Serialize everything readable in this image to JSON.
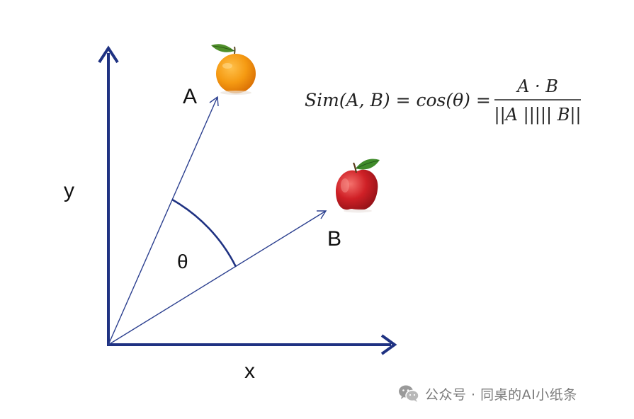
{
  "diagram": {
    "axis_y_label": "y",
    "axis_x_label": "x",
    "vector_a_label": "A",
    "vector_b_label": "B",
    "angle_label": "θ",
    "formula": {
      "lhs": "Sim(A, B) = cos(θ) =",
      "numerator": "A · B",
      "denominator": "||A ||||| B||"
    }
  },
  "icons": {
    "orange": "orange-fruit-icon",
    "apple": "apple-fruit-icon"
  },
  "watermark": {
    "text": "公众号 · 同桌的AI小纸条",
    "icon": "wechat-logo-icon"
  },
  "colors": {
    "axis": "#1f3282",
    "vector": "#2b3f8f",
    "text": "#111111",
    "watermark": "#7a7a7a"
  }
}
